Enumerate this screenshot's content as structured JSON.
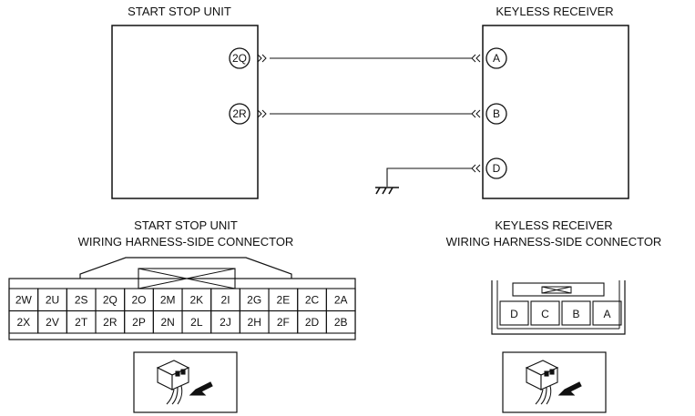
{
  "units": {
    "start_stop": {
      "title": "START STOP UNIT",
      "terminals": [
        "2Q",
        "2R"
      ]
    },
    "keyless": {
      "title": "KEYLESS RECEIVER",
      "terminals": [
        "A",
        "B",
        "D"
      ]
    }
  },
  "connectors": {
    "start_stop": {
      "title_line1": "START STOP UNIT",
      "title_line2": "WIRING HARNESS-SIDE CONNECTOR",
      "row1": [
        "2W",
        "2U",
        "2S",
        "2Q",
        "2O",
        "2M",
        "2K",
        "2I",
        "2G",
        "2E",
        "2C",
        "2A"
      ],
      "row2": [
        "2X",
        "2V",
        "2T",
        "2R",
        "2P",
        "2N",
        "2L",
        "2J",
        "2H",
        "2F",
        "2D",
        "2B"
      ]
    },
    "keyless": {
      "title_line1": "KEYLESS RECEIVER",
      "title_line2": "WIRING HARNESS-SIDE CONNECTOR",
      "pins": [
        "D",
        "C",
        "B",
        "A"
      ]
    }
  }
}
